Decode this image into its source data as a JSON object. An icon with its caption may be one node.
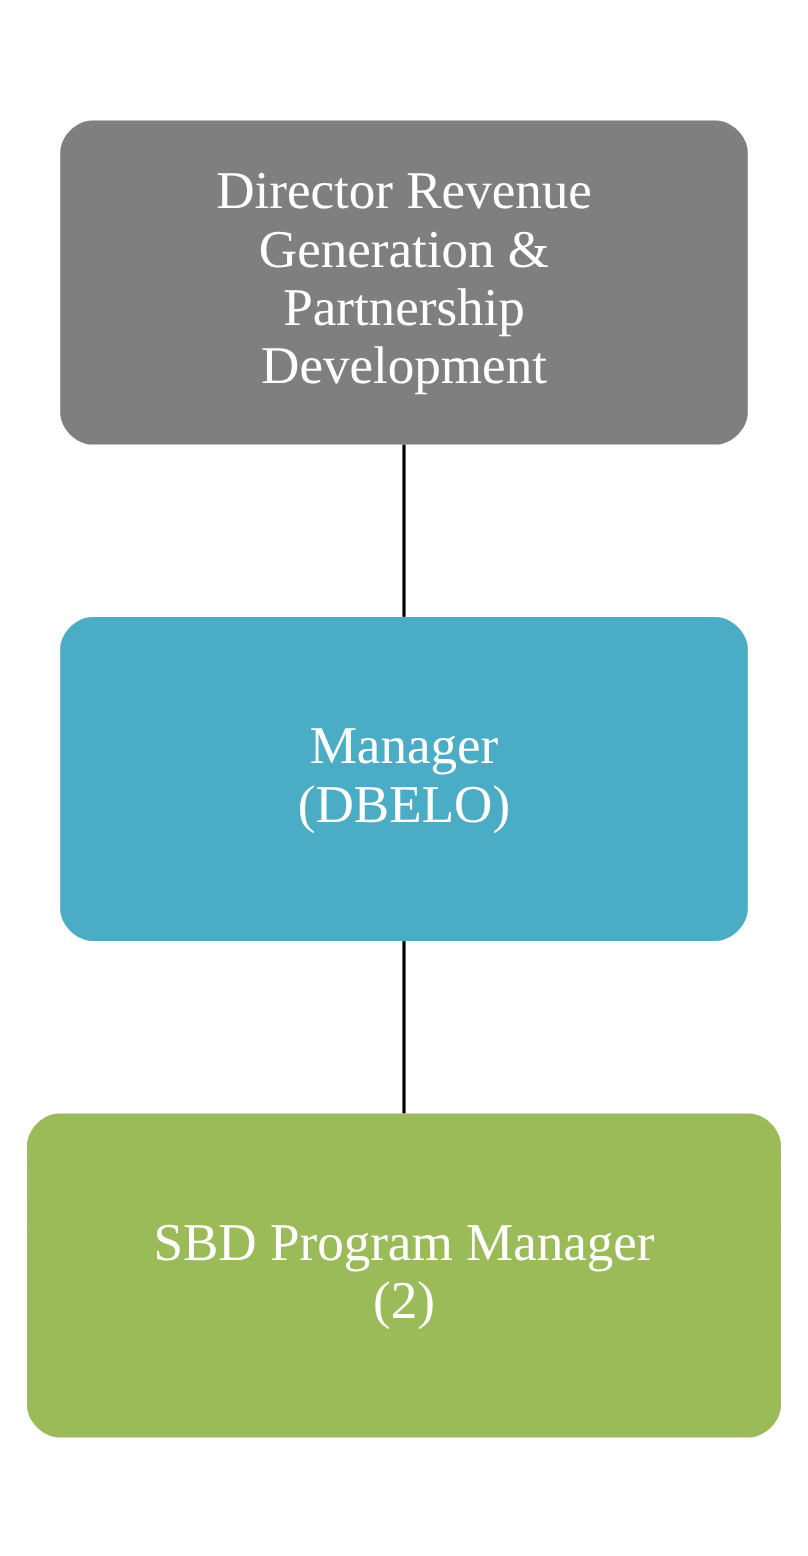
{
  "diagram": {
    "nodes": [
      {
        "text": [
          "Director Revenue Generation & Partnership Development"
        ]
      },
      {
        "text": [
          "Manager (DBELO)"
        ]
      },
      {
        "text": [
          "SBD Program Manager (2)"
        ]
      }
    ],
    "edges": [
      {
        "from": 0,
        "to": 1,
        "arrow": "none"
      },
      {
        "from": 1,
        "to": 2,
        "arrow": "none"
      }
    ]
  }
}
